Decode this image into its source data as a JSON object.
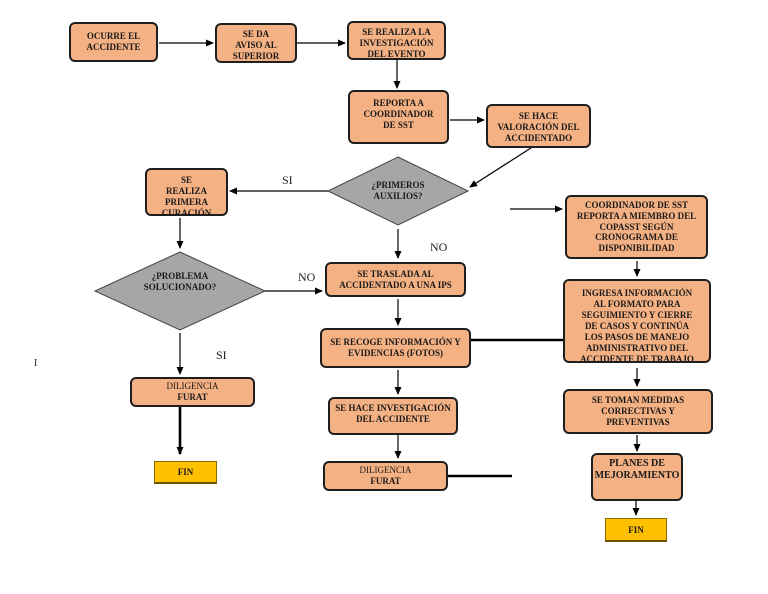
{
  "colors": {
    "process": "#f4b183",
    "decision": "#a6a6a6",
    "end": "#ffc000",
    "line": "#000000"
  },
  "nodes": {
    "n1": "Ocurre el accidente",
    "n2": "Se da aviso al superior",
    "n3": "Se realiza la investigación del evento",
    "n4": "Reporta a coordinador de SST",
    "n5": "Se hace valoración del accidentado",
    "d1": "¿Primeros auxilios?",
    "n6": "Se realiza primera curación",
    "d2": "¿Problema solucionado?",
    "n7": "Se traslada al accidentado a una IPS",
    "n8": "Se recoge información y evidencias (fotos)",
    "n9": "Se hace investigación del accidente",
    "n10_prefix": "Diligencia ",
    "n10_bold": "FURAT",
    "n11_prefix": "Diligencia ",
    "n11_bold": "FURAT",
    "fin1": "FIN",
    "r1": "Coordinador de SST reporta a miembro del COPASST según cronograma de disponibilidad",
    "r2": "Ingresa información al formato para seguimiento y cierre de casos y continúa los pasos de manejo administrativo del accidente de trabajo",
    "r3": "Se toman medidas correctivas y preventivas",
    "r4": "Planes de mejoramiento",
    "fin2": "FIN"
  },
  "labels": {
    "si1": "SI",
    "no1": "NO",
    "no2": "NO",
    "si2": "SI",
    "stray": "I"
  }
}
